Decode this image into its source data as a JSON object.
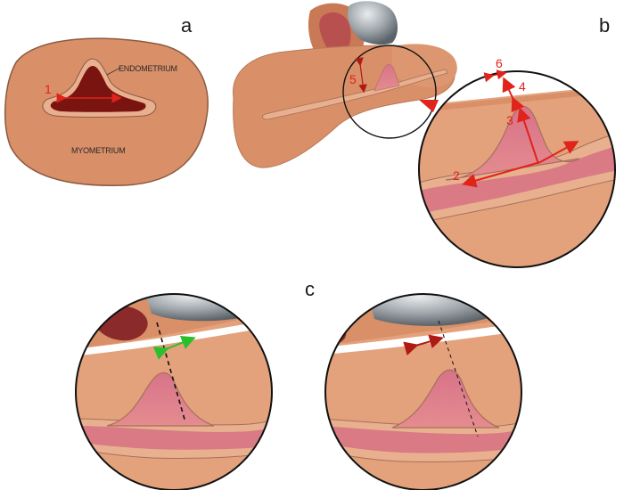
{
  "panels": {
    "a": {
      "letter": "a",
      "endometrium_label": "ENDOMETRIUM",
      "myometrium_label": "MYOMETRIUM",
      "measure": "1"
    },
    "b": {
      "letter": "b",
      "measures": [
        "2",
        "3",
        "4",
        "5",
        "6"
      ]
    },
    "c": {
      "letter": "c"
    }
  },
  "colors": {
    "uterus": "#d98f68",
    "uterus_dark": "#c97955",
    "endometrium_lining": "#e8b08f",
    "cavity": "#7a1410",
    "measure_arrow": "#e0231b",
    "green_arrow": "#2bbf2b",
    "probe": "#8e969c"
  }
}
